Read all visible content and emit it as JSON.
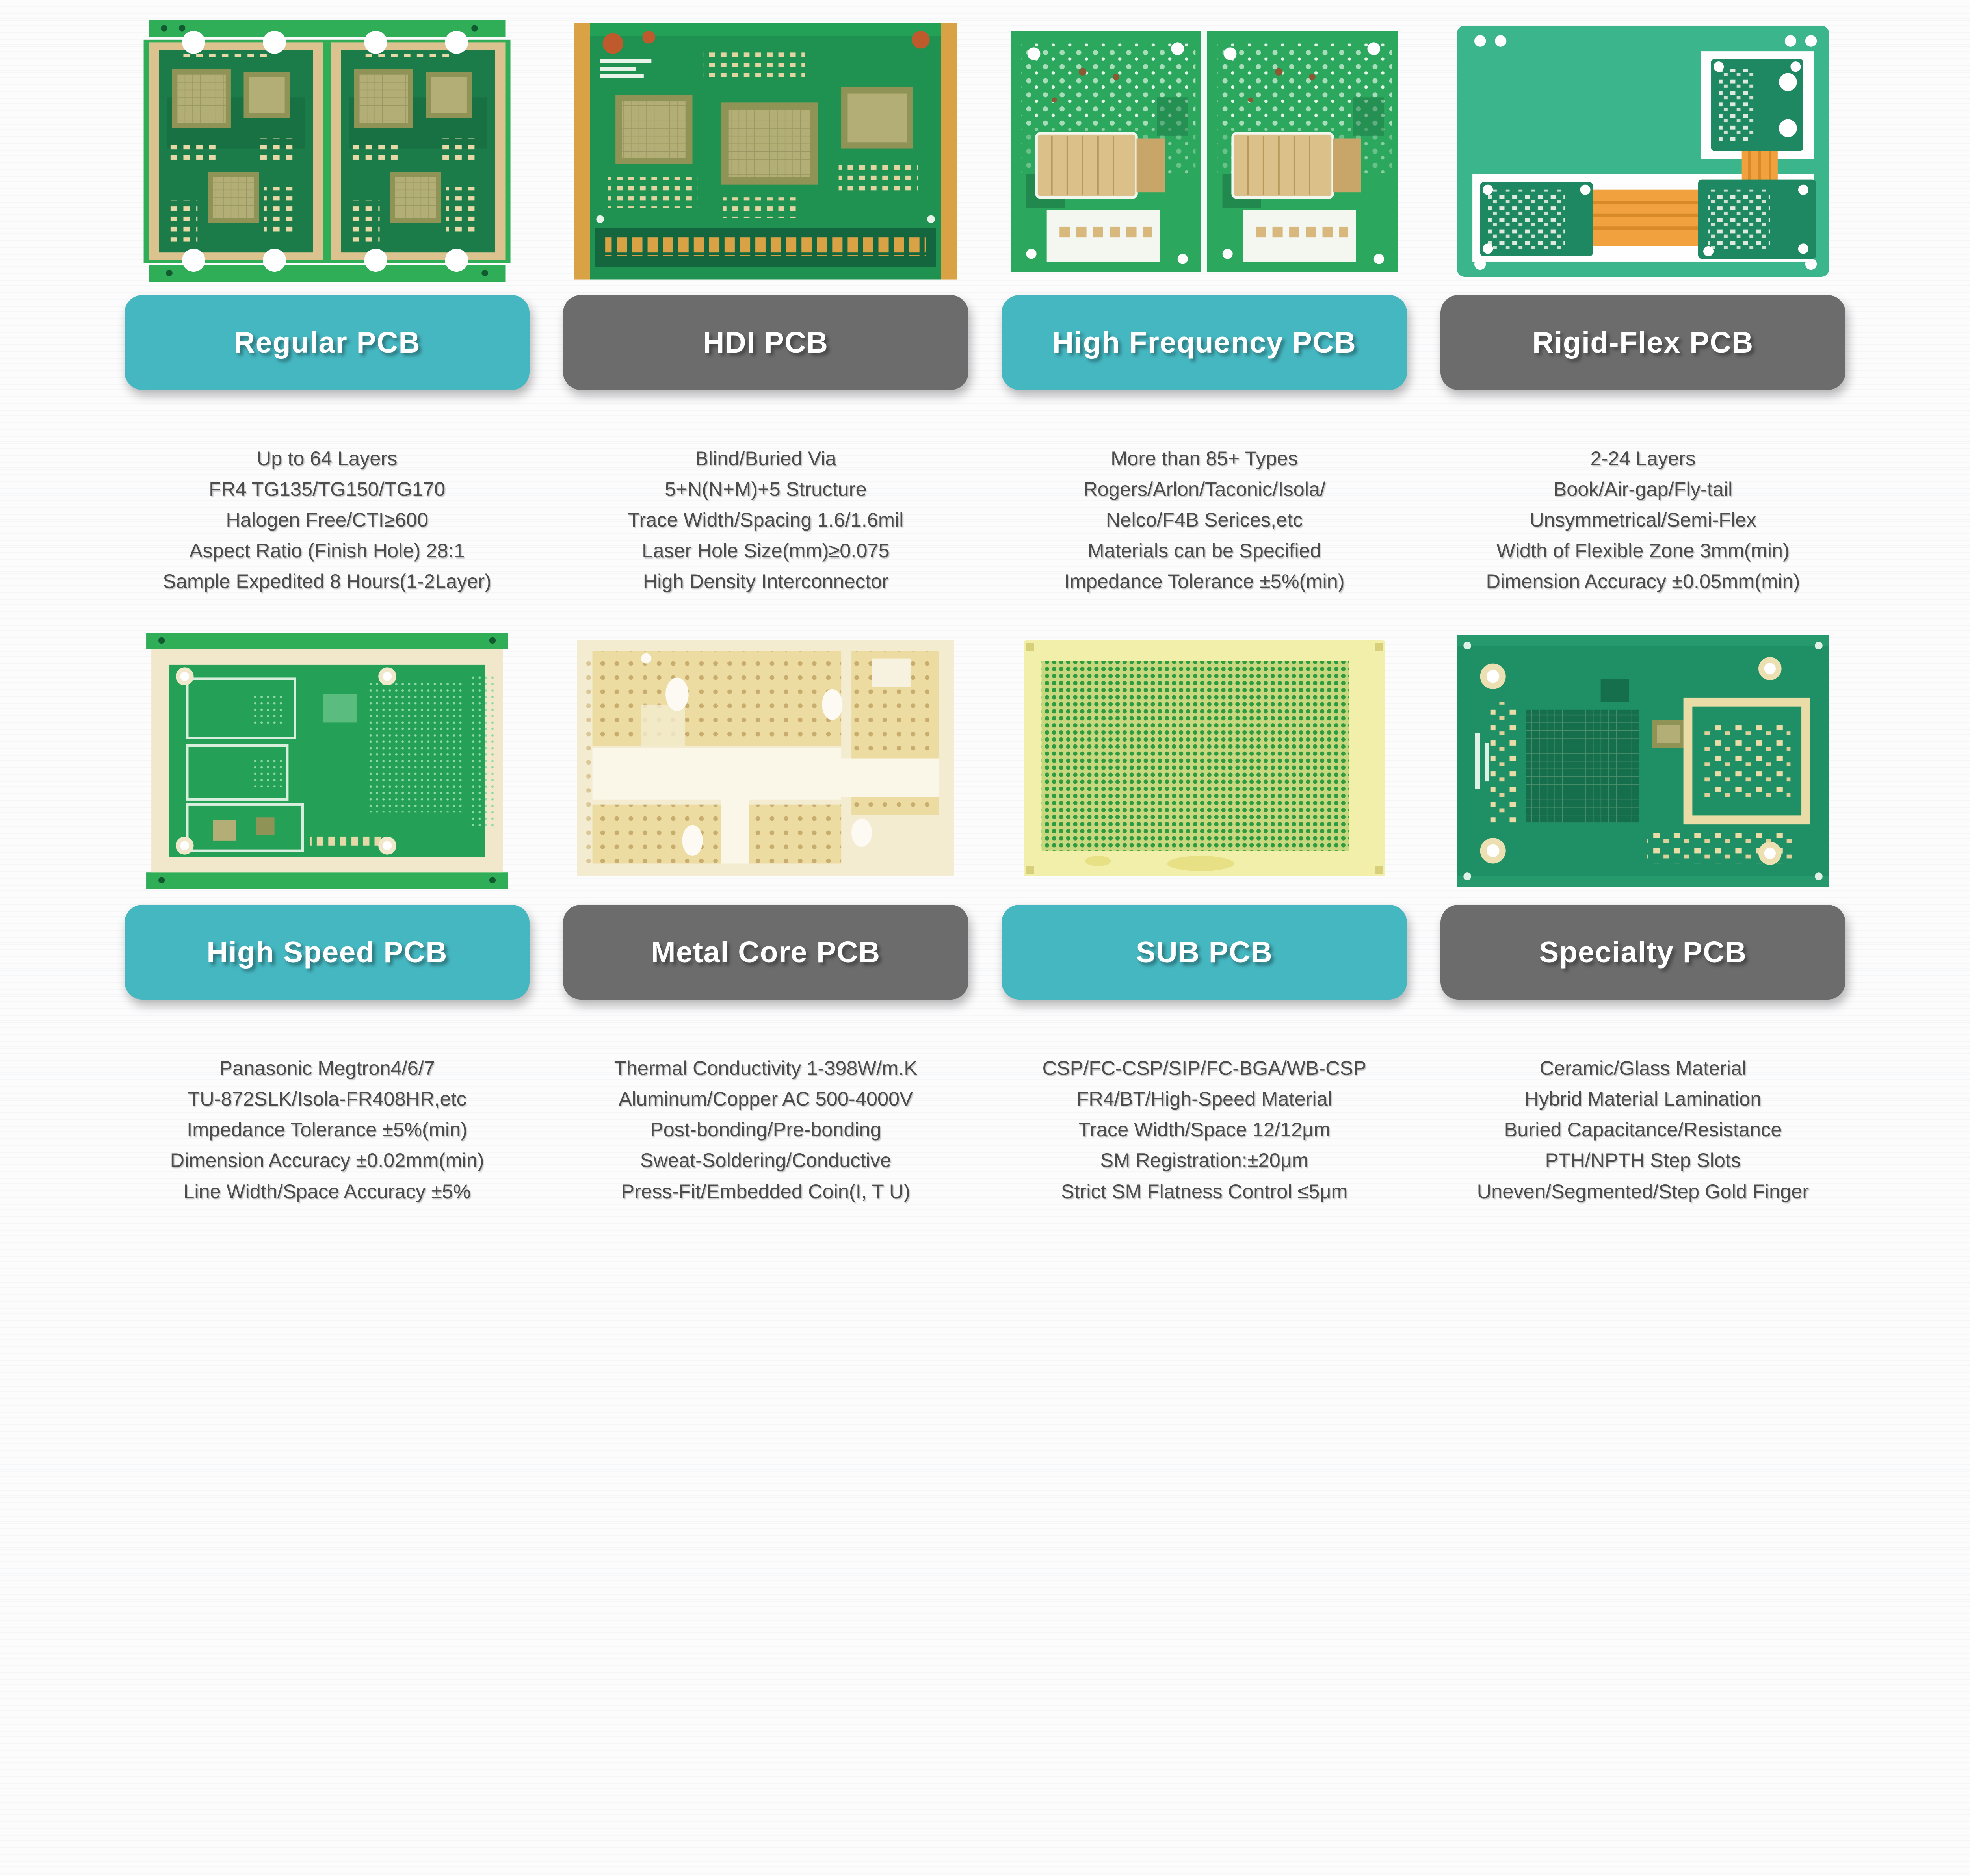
{
  "colors": {
    "banner_teal": "#45b7c1",
    "banner_gray": "#6c6c6c",
    "spec_text": "#4c4c4c",
    "page_background": "#fcfcfd",
    "pcb_green": "#2fae57",
    "pcb_dark_green": "#1b7c49",
    "flex_orange": "#f1a23e",
    "metal_core_beige": "#f4ecd1",
    "sub_pcb_yellow": "#f2efab"
  },
  "cards": [
    {
      "id": "regular-pcb",
      "title": "Regular PCB",
      "banner_color": "teal",
      "specs": [
        "Up to 64 Layers",
        "FR4 TG135/TG150/TG170",
        "Halogen Free/CTI≥600",
        "Aspect Ratio (Finish Hole) 28:1",
        "Sample Expedited 8 Hours(1-2Layer)"
      ]
    },
    {
      "id": "hdi-pcb",
      "title": "HDI PCB",
      "banner_color": "gray",
      "specs": [
        "Blind/Buried Via",
        "5+N(N+M)+5 Structure",
        "Trace Width/Spacing 1.6/1.6mil",
        "Laser Hole Size(mm)≥0.075",
        "High Density Interconnector"
      ]
    },
    {
      "id": "high-frequency-pcb",
      "title": "High Frequency PCB",
      "banner_color": "teal",
      "specs": [
        "More than 85+ Types",
        "Rogers/Arlon/Taconic/Isola/",
        "Nelco/F4B Serices,etc",
        "Materials can be Specified",
        "Impedance Tolerance ±5%(min)"
      ]
    },
    {
      "id": "rigid-flex-pcb",
      "title": "Rigid-Flex PCB",
      "banner_color": "gray",
      "specs": [
        "2-24 Layers",
        "Book/Air-gap/Fly-tail",
        "Unsymmetrical/Semi-Flex",
        "Width of Flexible Zone 3mm(min)",
        "Dimension Accuracy ±0.05mm(min)"
      ]
    },
    {
      "id": "high-speed-pcb",
      "title": "High Speed PCB",
      "banner_color": "teal",
      "specs": [
        "Panasonic Megtron4/6/7",
        "TU-872SLK/Isola-FR408HR,etc",
        "Impedance Tolerance ±5%(min)",
        "Dimension Accuracy ±0.02mm(min)",
        "Line Width/Space Accuracy ±5%"
      ]
    },
    {
      "id": "metal-core-pcb",
      "title": "Metal Core PCB",
      "banner_color": "gray",
      "specs": [
        "Thermal Conductivity 1-398W/m.K",
        "Aluminum/Copper AC 500-4000V",
        "Post-bonding/Pre-bonding",
        "Sweat-Soldering/Conductive",
        "Press-Fit/Embedded Coin(I, T U)"
      ]
    },
    {
      "id": "sub-pcb",
      "title": "SUB PCB",
      "banner_color": "teal",
      "specs": [
        "CSP/FC-CSP/SIP/FC-BGA/WB-CSP",
        "FR4/BT/High-Speed Material",
        "Trace Width/Space 12/12μm",
        "SM Registration:±20μm",
        "Strict SM Flatness Control ≤5μm"
      ]
    },
    {
      "id": "specialty-pcb",
      "title": "Specialty PCB",
      "banner_color": "gray",
      "specs": [
        "Ceramic/Glass Material",
        "Hybrid Material Lamination",
        "Buried Capacitance/Resistance",
        "PTH/NPTH Step Slots",
        "Uneven/Segmented/Step Gold Finger"
      ]
    }
  ]
}
